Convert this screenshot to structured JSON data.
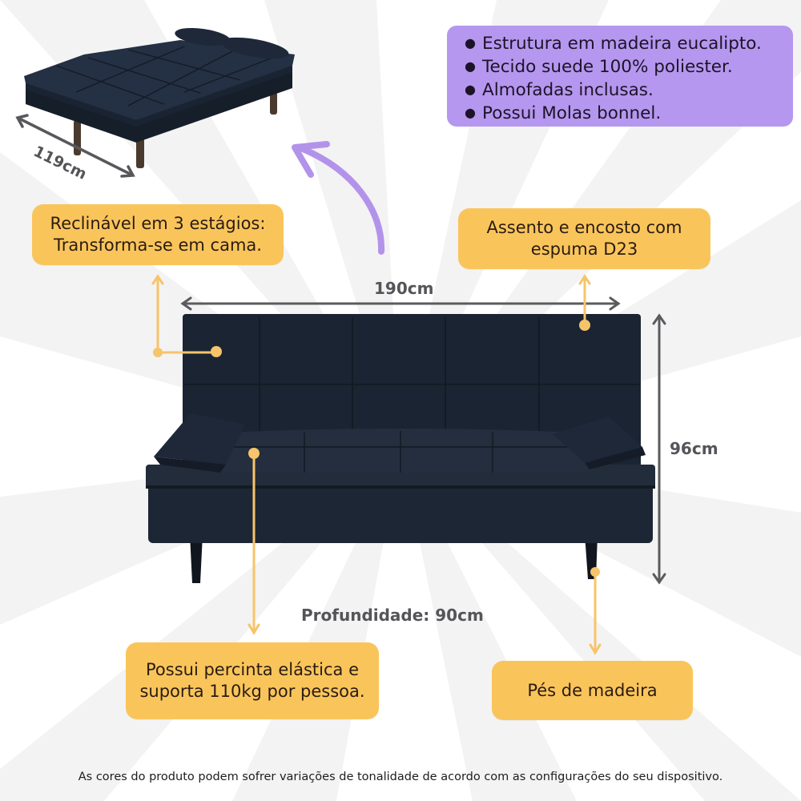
{
  "colors": {
    "callout_bg": "#f9c55b",
    "features_bg": "#b597ef",
    "sofa_fabric": "#1c2533",
    "leg_wood_dark": "#141a22",
    "leg_wood_bed": "#4a3a2e",
    "dimension_arrow": "#5b5a5e",
    "leader_line": "#f6c46a",
    "curved_arrow": "#b393ea",
    "bg_ray": "#f3f3f4"
  },
  "features": {
    "items": [
      {
        "icon": "bullet",
        "text": "Estrutura em madeira eucalipto."
      },
      {
        "icon": "bullet",
        "text": "Tecido suede 100% poliester."
      },
      {
        "icon": "bullet",
        "text": "Almofadas inclusas."
      },
      {
        "icon": "bullet",
        "text": "Possui Molas bonnel."
      }
    ]
  },
  "bed_view": {
    "width_label": "119cm",
    "icon": "double-arrow-diagonal"
  },
  "callouts": {
    "recline": {
      "lines": [
        "Reclinável em 3 estágios:",
        "Transforma-se em cama."
      ]
    },
    "foam": {
      "lines": [
        "Assento e encosto com",
        "espuma D23"
      ]
    },
    "webbing": {
      "lines": [
        "Possui percinta elástica e",
        "suporta 110kg por pessoa."
      ]
    },
    "legs": {
      "lines": [
        "Pés de madeira"
      ]
    }
  },
  "dimensions": {
    "width": "190cm",
    "height": "96cm",
    "depth": "Profundidade: 90cm"
  },
  "disclaimer": "As cores do produto podem sofrer variações de tonalidade de acordo com as configurações do seu dispositivo."
}
